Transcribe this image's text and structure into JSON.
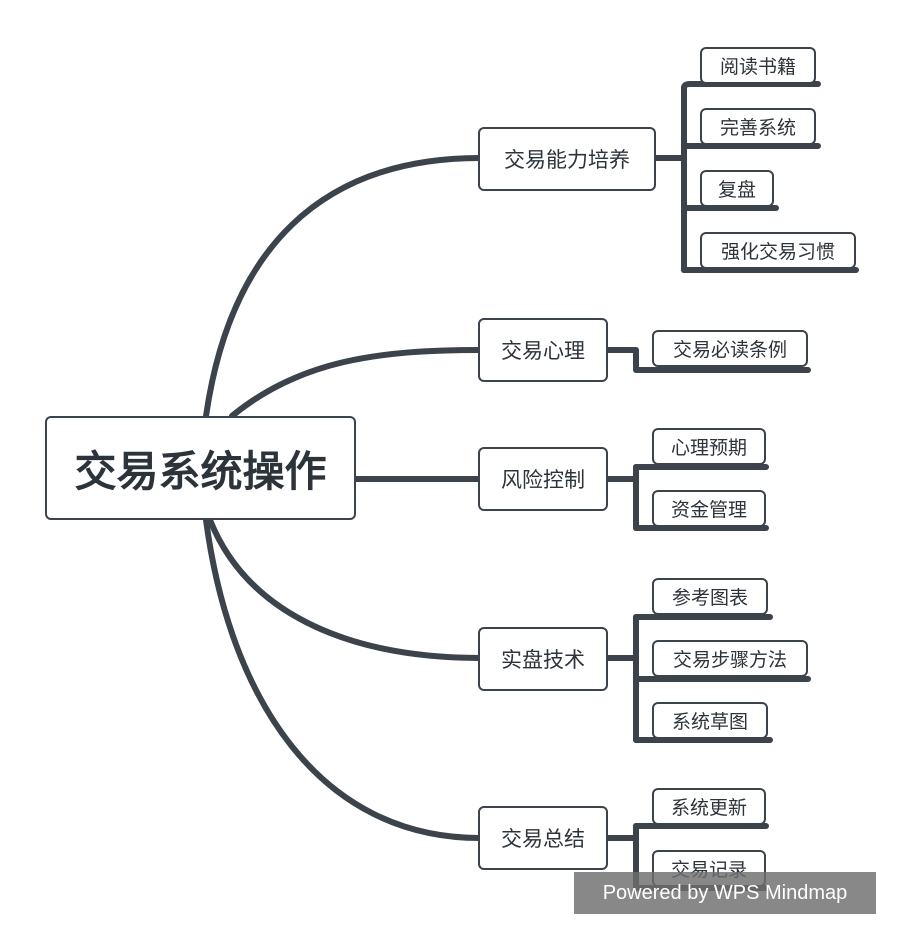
{
  "root": {
    "label": "交易系统操作"
  },
  "branches": [
    {
      "label": "交易能力培养",
      "children": [
        "阅读书籍",
        "完善系统",
        "复盘",
        "强化交易习惯"
      ]
    },
    {
      "label": "交易心理",
      "children": [
        "交易必读条例"
      ]
    },
    {
      "label": "风险控制",
      "children": [
        "心理预期",
        "资金管理"
      ]
    },
    {
      "label": "实盘技术",
      "children": [
        "参考图表",
        "交易步骤方法",
        "系统草图"
      ]
    },
    {
      "label": "交易总结",
      "children": [
        "系统更新",
        "交易记录"
      ]
    }
  ],
  "watermark": "Powered by WPS Mindmap",
  "colors": {
    "line": "#3c434b",
    "text": "#2d333b",
    "border": "#3c434b"
  }
}
